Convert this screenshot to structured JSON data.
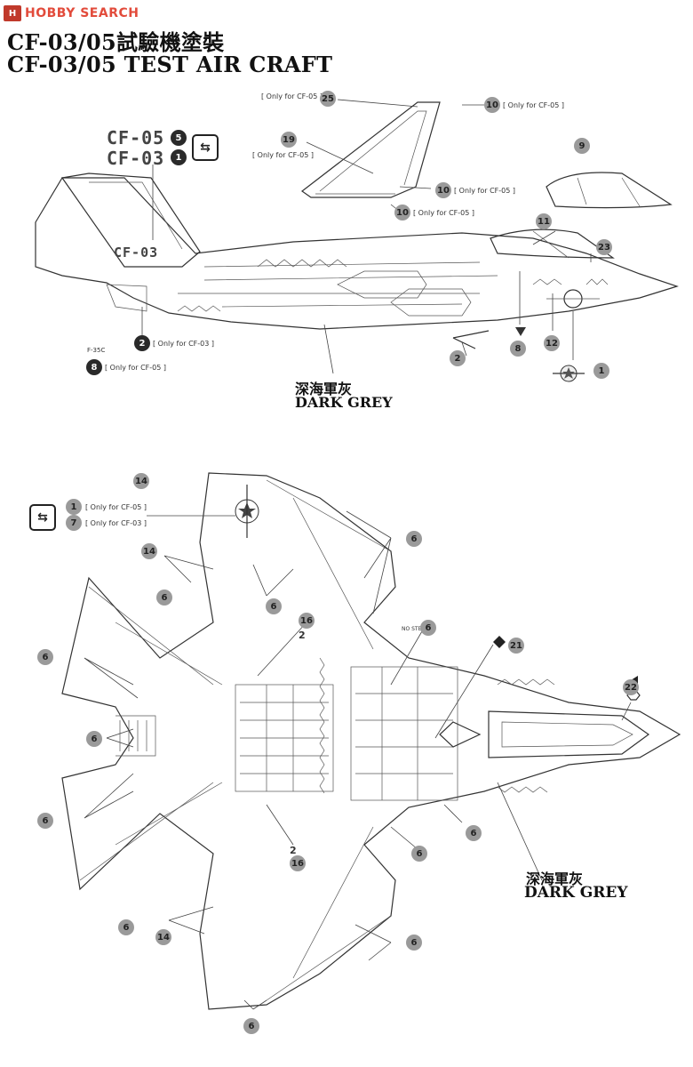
{
  "header": {
    "logo_badge": "H",
    "logo_text": "HOBBY SEARCH",
    "title_cn": "CF-03/05試驗機塗裝",
    "title_en": "CF-03/05 TEST AIR CRAFT"
  },
  "side_view": {
    "code_cf05": "CF-05",
    "code_cf05_num": "5",
    "code_cf03": "CF-03",
    "code_cf03_num": "1",
    "tail_code": "CF-03",
    "only_cf05_25": "[ Only for CF-05 ]",
    "num_25": "25",
    "num_10a": "10",
    "only_cf05_10a": "[ Only for CF-05 ]",
    "num_19": "19",
    "only_cf05_19": "[ Only for CF-05 ]",
    "num_10b": "10",
    "only_cf05_10b": "[ Only for CF-05 ]",
    "num_10c": "10",
    "only_cf05_10c": "[ Only for CF-05 ]",
    "num_9": "9",
    "num_11": "11",
    "num_23": "23",
    "num_2": "2",
    "only_cf03_2": "[ Only for CF-03 ]",
    "f35c": "F-35C",
    "num_8": "8",
    "only_cf05_8": "[ Only for CF-05 ]",
    "num_2b": "2",
    "num_8b": "8",
    "num_12": "12",
    "num_1": "1",
    "color_cn": "深海軍灰",
    "color_en": "DARK GREY"
  },
  "plan_view": {
    "num_14a": "14",
    "num_1": "1",
    "only_cf05_1": "[ Only for CF-05 ]",
    "num_7": "7",
    "only_cf03_7": "[ Only for CF-03 ]",
    "num_6_right_top": "6",
    "num_14b": "14",
    "num_6_a": "6",
    "num_6_b": "6",
    "num_16_top": "16",
    "label_2_top": "2",
    "no_step": "NO STEP",
    "num_6_c": "6",
    "num_21": "21",
    "num_6_left1": "6",
    "num_22": "22",
    "num_6_left2": "6",
    "num_6_left3": "6",
    "num_6_mid": "6",
    "num_6_d": "6",
    "label_2_bottom": "2",
    "num_16_bottom": "16",
    "num_6_e": "6",
    "num_14c": "14",
    "num_6_f": "6",
    "num_6_g": "6",
    "color_cn": "深海軍灰",
    "color_en": "DARK GREY"
  }
}
